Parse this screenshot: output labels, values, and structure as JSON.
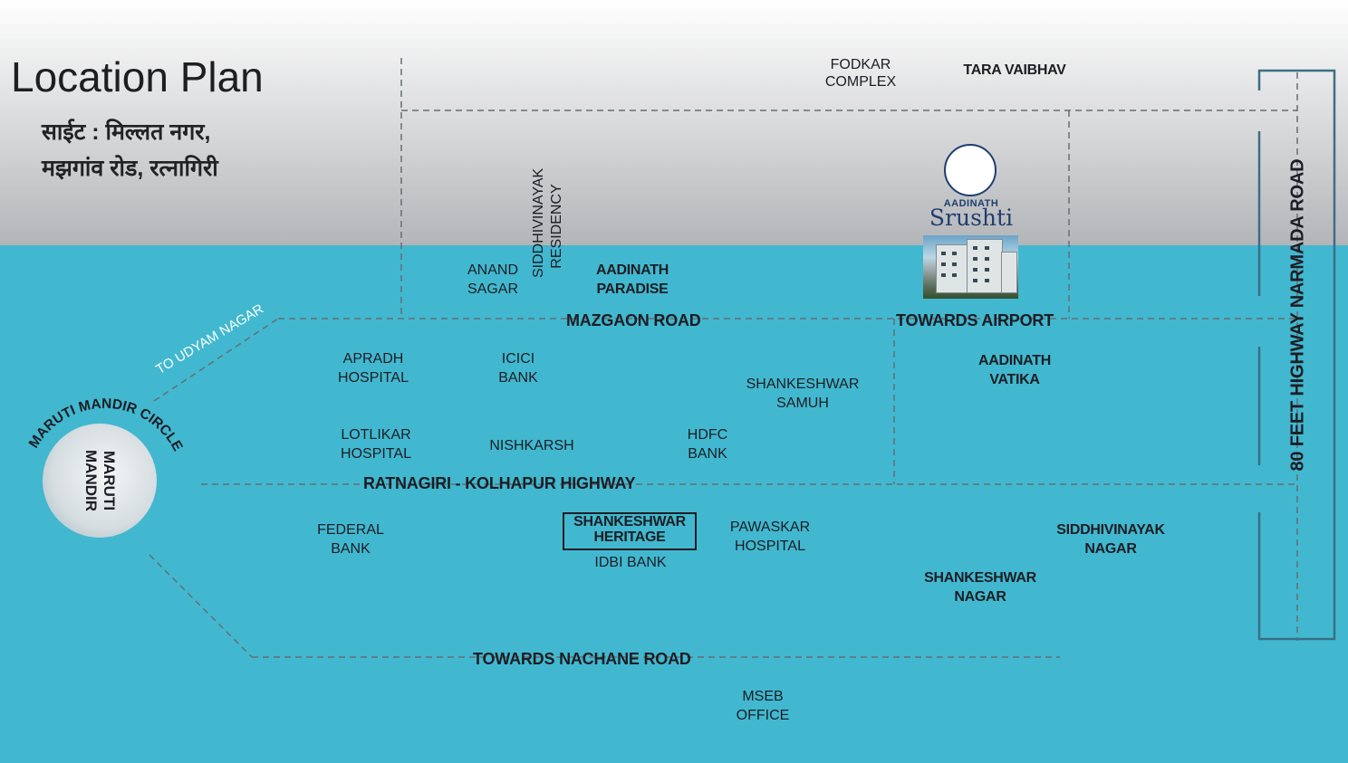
{
  "header": {
    "title": "Location Plan",
    "marathi_line1": "साईट : मिल्लत नगर,",
    "marathi_line2": "मझगांव रोड, रत्नागिरी"
  },
  "project": {
    "brand_small": "AADINATH",
    "brand_big": "Srushti"
  },
  "roads": {
    "mazgaon": "MAZGAON ROAD",
    "towards_airport": "TOWARDS AIRPORT",
    "to_udyam_nagar": "TO UDYAM NAGAR",
    "ratnagiri_kolhapur": "RATNAGIRI - KOLHAPUR   HIGHWAY",
    "towards_nachane": "TOWARDS NACHANE ROAD",
    "highway_narmada": "80 FEET HIGHWAY NARMADA ROAD"
  },
  "circle": {
    "arc_label": "MARUTI MANDIR CIRCLE",
    "line1": "MARUTI",
    "line2": "MANDIR"
  },
  "landmarks": {
    "fodkar": [
      "FODKAR",
      "COMPLEX"
    ],
    "tara_vaibhav": "TARA VAIBHAV",
    "siddhivinayak_residency": [
      "SIDDHIVINAYAK",
      "RESIDENCY"
    ],
    "anand_sagar": [
      "ANAND",
      "SAGAR"
    ],
    "aadinath_paradise": [
      "AADINATH",
      "PARADISE"
    ],
    "apradh_hospital": [
      "APRADH",
      "HOSPITAL"
    ],
    "icici_bank": [
      "ICICI",
      "BANK"
    ],
    "shankeshwar_samuh": [
      "SHANKESHWAR",
      "SAMUH"
    ],
    "aadinath_vatika": [
      "AADINATH",
      "VATIKA"
    ],
    "lotlikar_hospital": [
      "LOTLIKAR",
      "HOSPITAL"
    ],
    "nishkarsh": "NISHKARSH",
    "hdfc_bank": [
      "HDFC",
      "BANK"
    ],
    "federal_bank": [
      "FEDERAL",
      "BANK"
    ],
    "shankeshwar_heritage": [
      "SHANKESHWAR",
      "HERITAGE"
    ],
    "idbi_bank": "IDBI BANK",
    "pawaskar_hospital": [
      "PAWASKAR",
      "HOSPITAL"
    ],
    "siddhivinayak_nagar": [
      "SIDDHIVINAYAK",
      "NAGAR"
    ],
    "shankeshwar_nagar": [
      "SHANKESHWAR",
      "NAGAR"
    ],
    "mseb_office": [
      "MSEB",
      "OFFICE"
    ]
  },
  "colors": {
    "sea": "#41b8cf",
    "road_dash": "#666e74",
    "brand": "#1f3e70",
    "text": "#1d1d24"
  }
}
